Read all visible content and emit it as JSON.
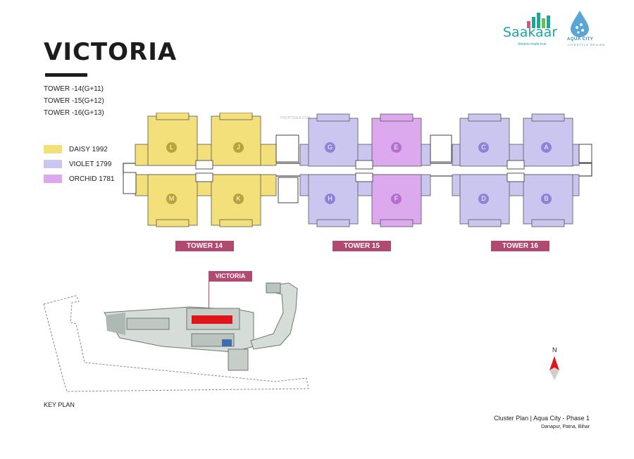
{
  "title": "VICTORIA",
  "towers_info": [
    "TOWER -14(G+11)",
    "TOWER -15(G+12)",
    "TOWER -16(G+13)"
  ],
  "legend": [
    {
      "label": "DAISY 1992",
      "color": "#f3e07a"
    },
    {
      "label": "VIOLET 1799",
      "color": "#cbc6f0"
    },
    {
      "label": "ORCHID 1781",
      "color": "#dda9ee"
    }
  ],
  "tower_labels": [
    "TOWER 14",
    "TOWER 15",
    "TOWER 16"
  ],
  "units": {
    "tower14": [
      "L",
      "J",
      "M",
      "K"
    ],
    "tower15": [
      "G",
      "E",
      "H",
      "F"
    ],
    "tower16": [
      "C",
      "A",
      "D",
      "B"
    ]
  },
  "keyplan": {
    "tag": "VICTORIA",
    "label": "KEY PLAN",
    "north": "N"
  },
  "footer": {
    "line1": "Cluster Plan | Aqua City - Phase 1",
    "line2": "Danapur, Patna, Bihar"
  },
  "logos": {
    "brand1": "Saakaar",
    "brand1_tagline": "dreams made true",
    "brand2": "AQUA CITY",
    "brand2_sub": "LIFESTYLE BEGINS"
  },
  "watermark": "PROPTIGER.COM",
  "colors": {
    "accent": "#b04a70",
    "daisy": "#f3e07a",
    "violet": "#cbc6f0",
    "orchid": "#dda9ee",
    "unit_circle": "#8c84d8"
  }
}
